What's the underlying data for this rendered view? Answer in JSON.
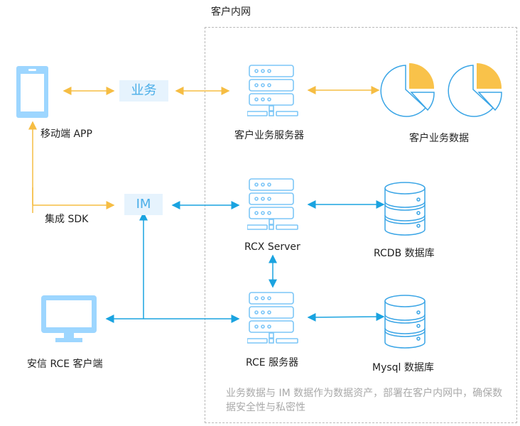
{
  "zone": {
    "title": "客户内网"
  },
  "nodes": {
    "mobile_app": {
      "label": "移动端 APP",
      "icon": "mobile-phone-icon"
    },
    "business_tag": {
      "label": "业务"
    },
    "im_tag": {
      "label": "IM"
    },
    "sdk_label": {
      "label": "集成 SDK"
    },
    "rce_client": {
      "label": "安信 RCE 客户端",
      "icon": "monitor-icon"
    },
    "biz_server": {
      "label": "客户业务服务器",
      "icon": "server-icon"
    },
    "biz_data": {
      "label": "客户业务数据",
      "icon": "pie-chart-icon"
    },
    "rcx_server": {
      "label": "RCX Server",
      "icon": "server-icon"
    },
    "rcdb": {
      "label": "RCDB 数据库",
      "icon": "database-icon"
    },
    "rce_server": {
      "label": "RCE 服务器",
      "icon": "server-icon"
    },
    "mysql": {
      "label": "Mysql 数据库",
      "icon": "database-icon"
    }
  },
  "note": "业务数据与 IM 数据作为数据资产，部署在客户内网中，确保数据安全性与私密性",
  "colors": {
    "business_link": "#f6bd43",
    "im_link": "#1aa3e0",
    "icon_fill": "#9dd6ff",
    "icon_stroke": "#7cc6f7",
    "pie_slice": "#f9c24a",
    "tag_bg": "#e6f3fd",
    "tag_text": "#4aaee8"
  }
}
